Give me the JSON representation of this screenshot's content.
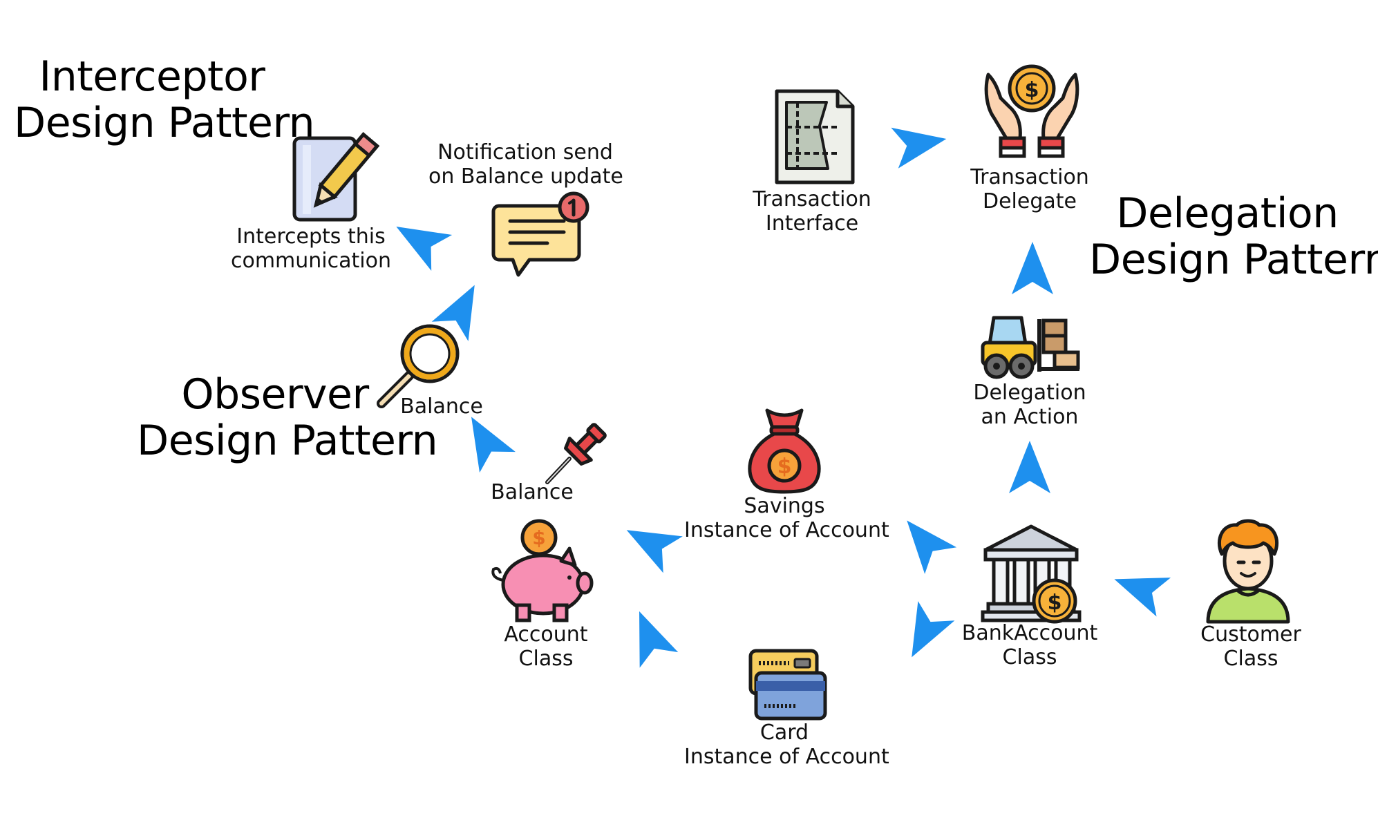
{
  "titles": {
    "interceptor": [
      "Interceptor",
      "Design Pattern"
    ],
    "observer": [
      "Observer",
      "Design Pattern"
    ],
    "delegation": [
      "Delegation",
      "Design Pattern"
    ]
  },
  "labels": {
    "intercepts": [
      "Intercepts this",
      "communication"
    ],
    "notification": [
      "Notification send",
      "on Balance update"
    ],
    "balance_magnifier": [
      "Balance"
    ],
    "balance_pin": [
      "Balance"
    ],
    "account_class": [
      "Account",
      "Class"
    ],
    "savings": [
      "Savings",
      "Instance of Account"
    ],
    "card": [
      "Card",
      "Instance of Account"
    ],
    "bankaccount_class": [
      "BankAccount",
      "Class"
    ],
    "customer_class": [
      "Customer",
      "Class"
    ],
    "delegation_action": [
      "Delegation",
      "an Action"
    ],
    "transaction_interface": [
      "Transaction",
      "Interface"
    ],
    "transaction_delegate": [
      "Transaction",
      "Delegate"
    ]
  },
  "icons": {
    "notepad": "notepad-pencil-icon",
    "notification": "chat-notification-icon",
    "magnifier": "magnifying-glass-icon",
    "pin": "push-pin-icon",
    "piggy": "piggy-bank-icon",
    "savings": "money-bag-icon",
    "card": "credit-card-icon",
    "bank": "bank-building-icon",
    "customer": "customer-avatar-icon",
    "forklift": "forklift-icon",
    "document": "document-icon",
    "hands": "hands-coin-icon"
  },
  "colors": {
    "arrow": "#1e90ee",
    "outline": "#1a1a1a"
  }
}
